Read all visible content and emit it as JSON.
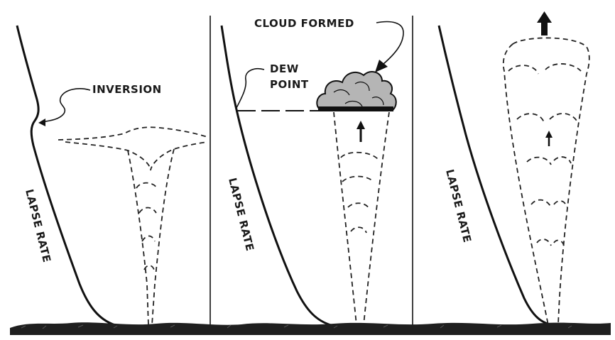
{
  "panels": [
    {
      "id": "inversion",
      "callout": "INVERSION",
      "curve_label": "LAPSE RATE"
    },
    {
      "id": "dew-point",
      "callout_top": "CLOUD FORMED",
      "callout_side_line1": "DEW",
      "callout_side_line2": "POINT",
      "curve_label": "LAPSE RATE"
    },
    {
      "id": "unstable",
      "curve_label": "LAPSE RATE"
    }
  ],
  "colors": {
    "ink": "#111111",
    "cloud_fill": "#b5b5b5",
    "ground": "#1f1f1f"
  }
}
